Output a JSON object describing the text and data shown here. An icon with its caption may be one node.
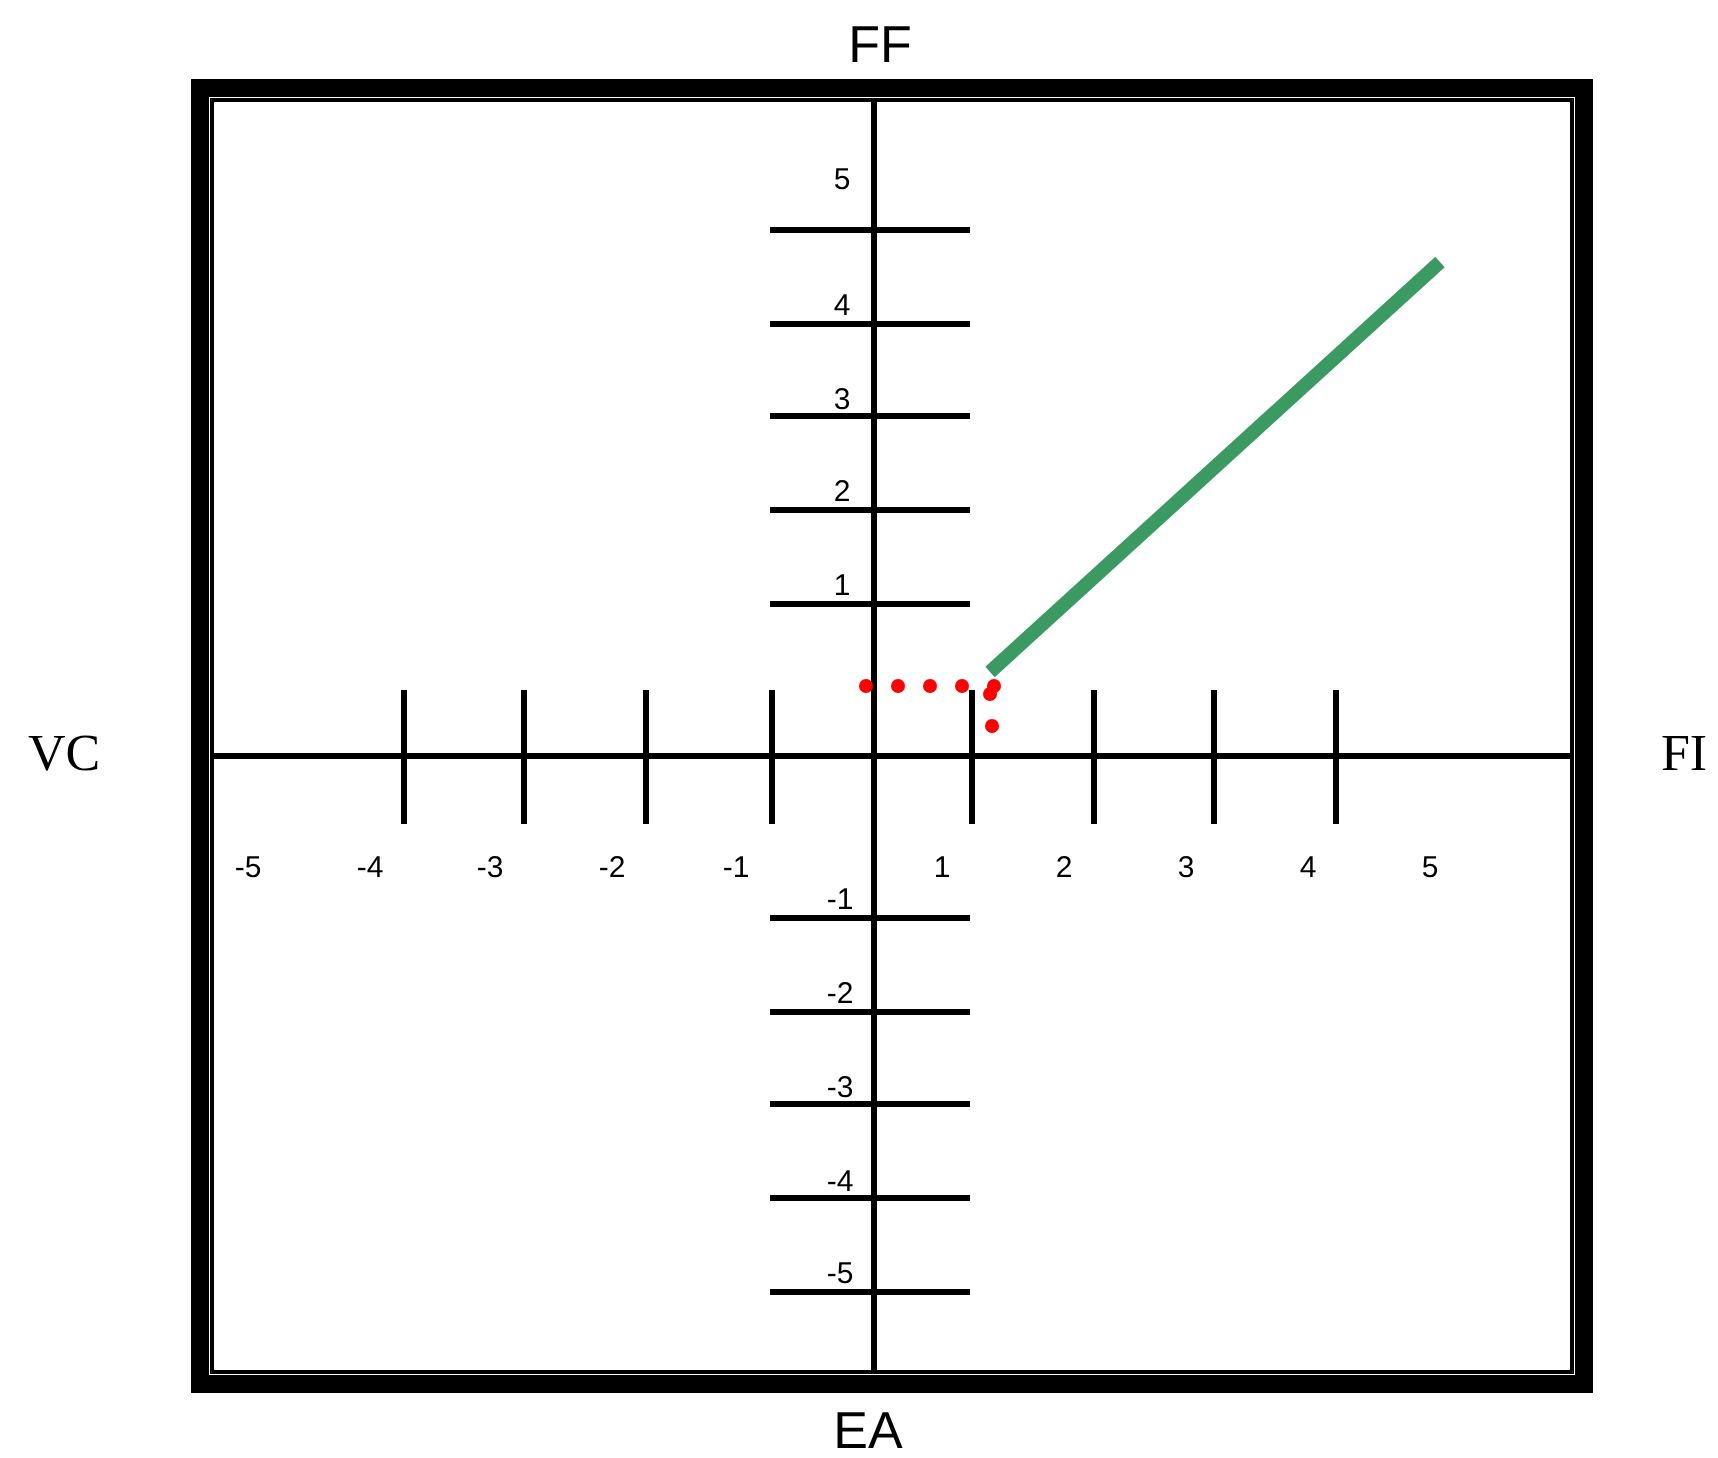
{
  "diagram": {
    "labels": [
      "FF",
      "5",
      "4",
      "3",
      "2",
      "1",
      "VC",
      "FI",
      "-5",
      "-4",
      "-3",
      "-2",
      "-1",
      "1",
      "2",
      "3",
      "4",
      "5",
      "-1",
      "-2",
      "-3",
      "-4",
      "-5",
      "EA"
    ]
  }
}
